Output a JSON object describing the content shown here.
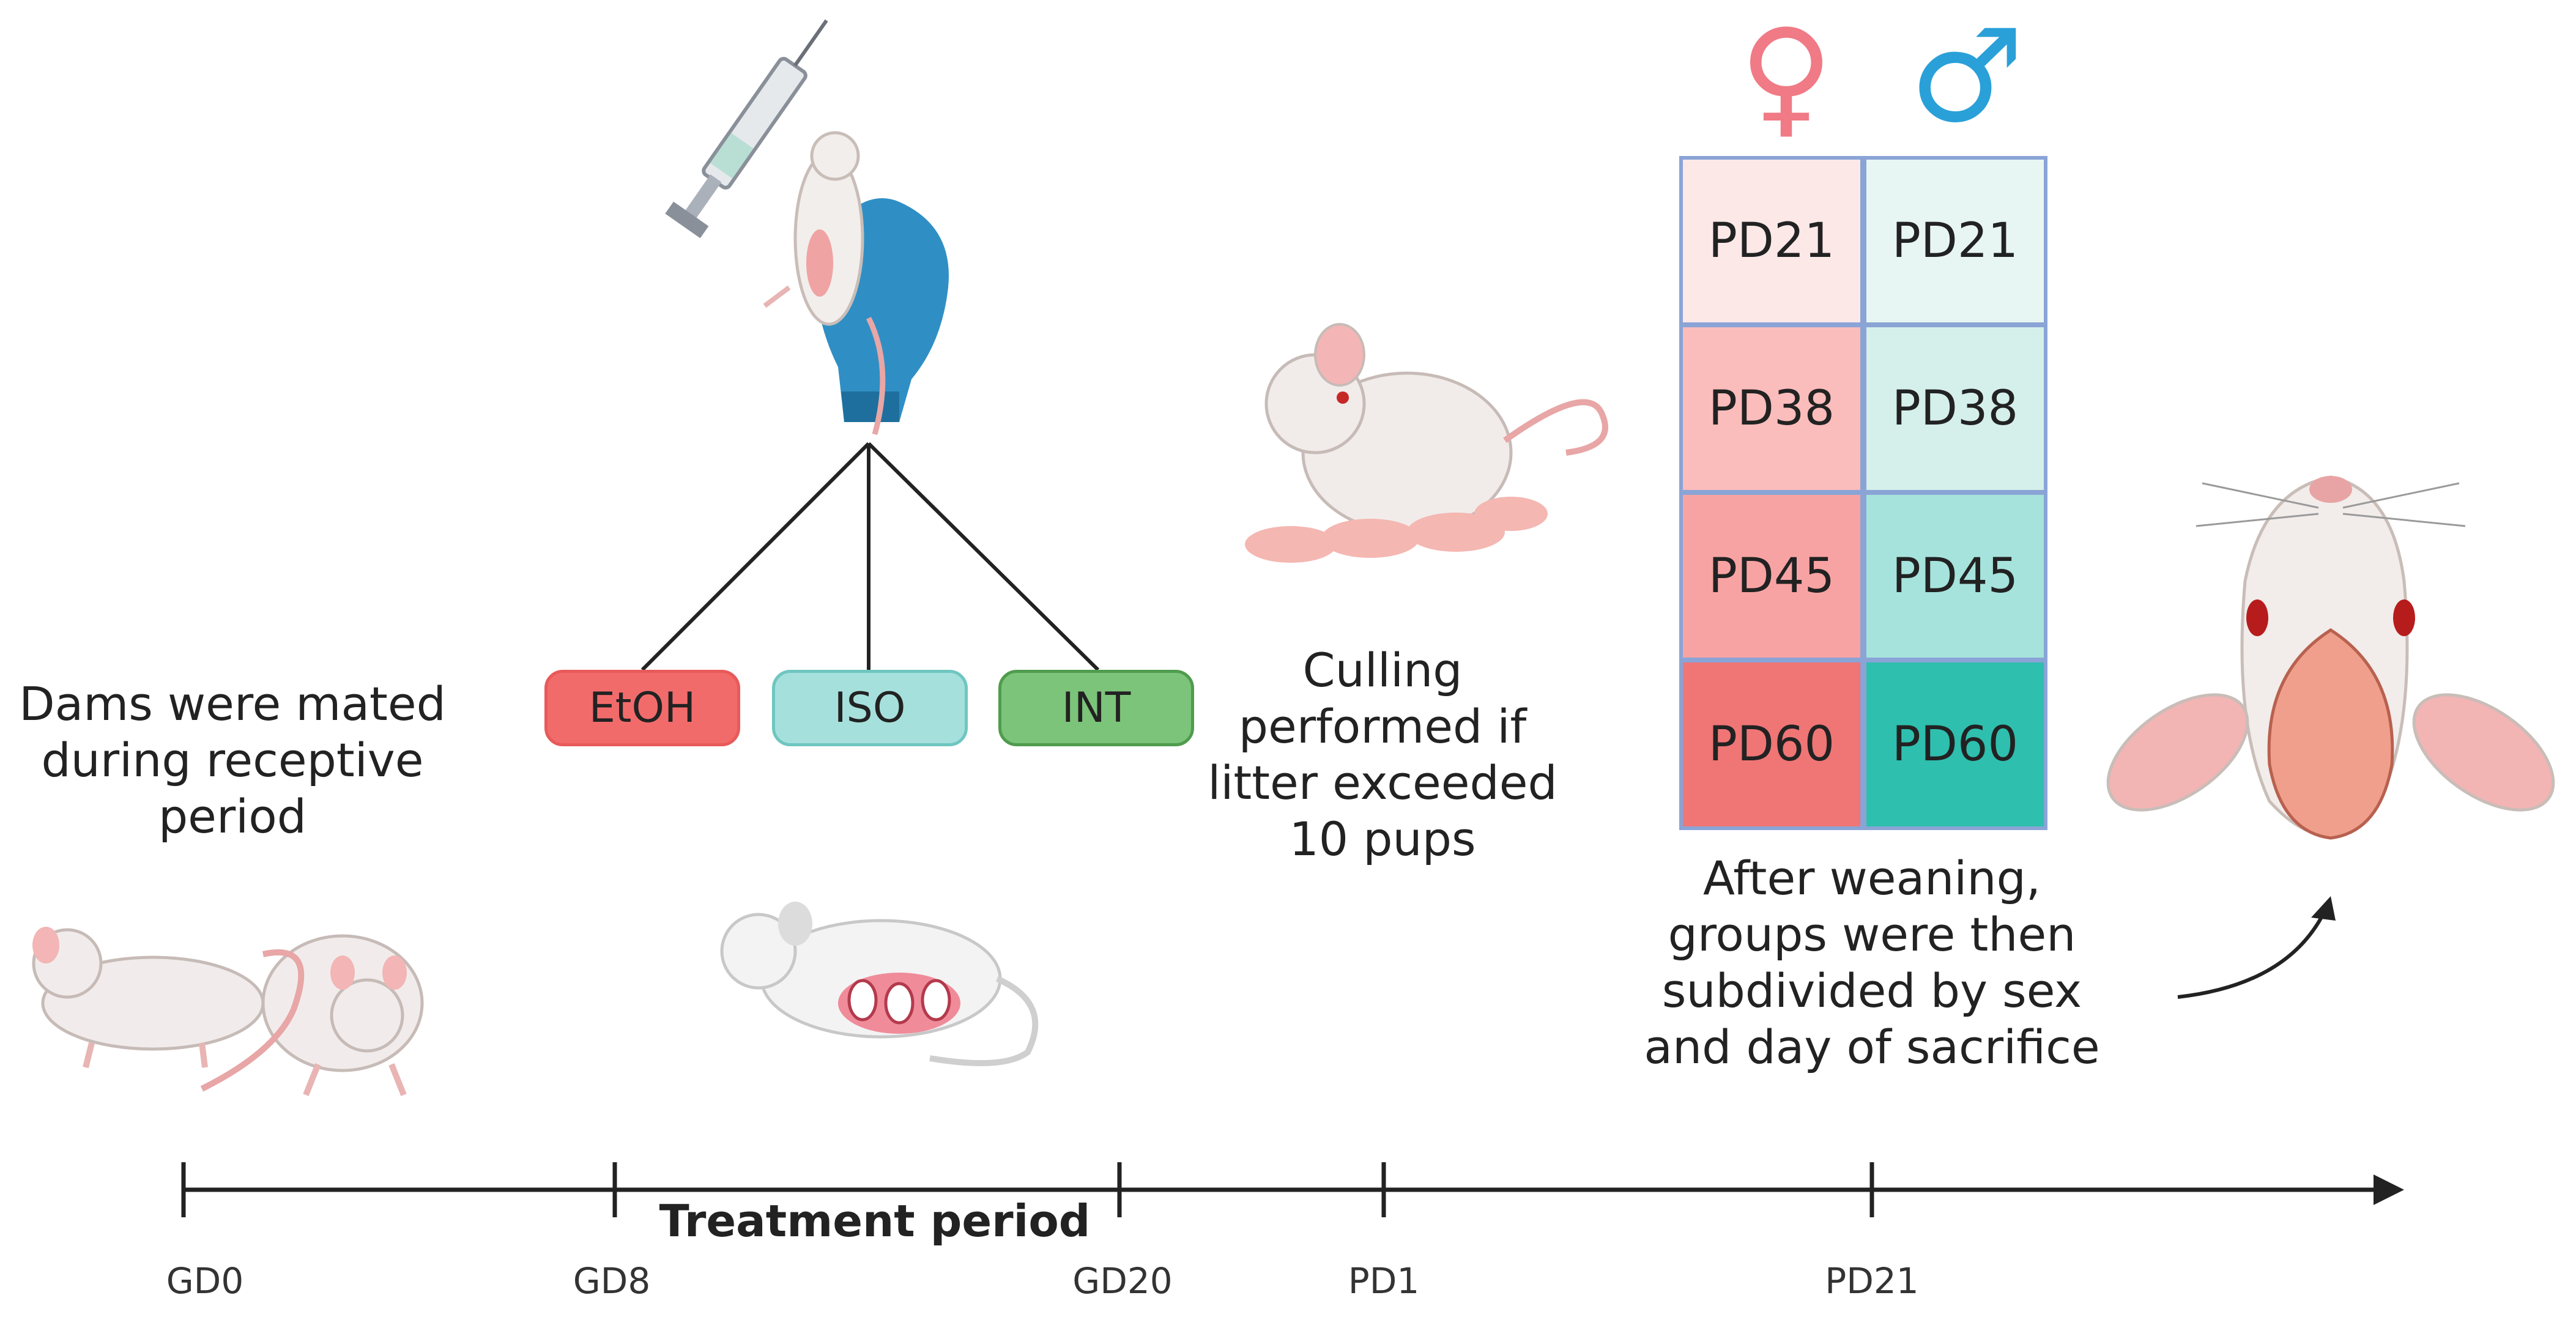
{
  "mating_text": [
    "Dams were mated",
    "during receptive",
    "period"
  ],
  "treatments": [
    {
      "label": "EtOH",
      "fill": "#f26b6b",
      "border": "#e85a5a"
    },
    {
      "label": "ISO",
      "fill": "#a6e0dc",
      "border": "#6fc6c0"
    },
    {
      "label": "INT",
      "fill": "#7cc47a",
      "border": "#4f9c4d"
    }
  ],
  "culling_text": [
    "Culling",
    "performed if",
    "litter exceeded",
    "10 pups"
  ],
  "weaning_text": [
    "After weaning,",
    "groups were then",
    "subdivided by sex",
    "and day of sacrifice"
  ],
  "groups": {
    "female_symbol": "♀",
    "male_symbol": "♂",
    "female_color": "#f07a85",
    "male_color": "#2aa0d8",
    "female": [
      {
        "label": "PD21",
        "fill": "#fde8e8"
      },
      {
        "label": "PD38",
        "fill": "#fbbcbc"
      },
      {
        "label": "PD45",
        "fill": "#f8a3a3"
      },
      {
        "label": "PD60",
        "fill": "#f07575"
      }
    ],
    "male": [
      {
        "label": "PD21",
        "fill": "#e8f6f3"
      },
      {
        "label": "PD38",
        "fill": "#d5efeb"
      },
      {
        "label": "PD45",
        "fill": "#a6e3dc"
      },
      {
        "label": "PD60",
        "fill": "#2ebfae"
      }
    ]
  },
  "timeline": {
    "ticks": [
      "GD0",
      "GD8",
      "GD20",
      "PD1",
      "PD21"
    ],
    "treatment_label": "Treatment period"
  }
}
